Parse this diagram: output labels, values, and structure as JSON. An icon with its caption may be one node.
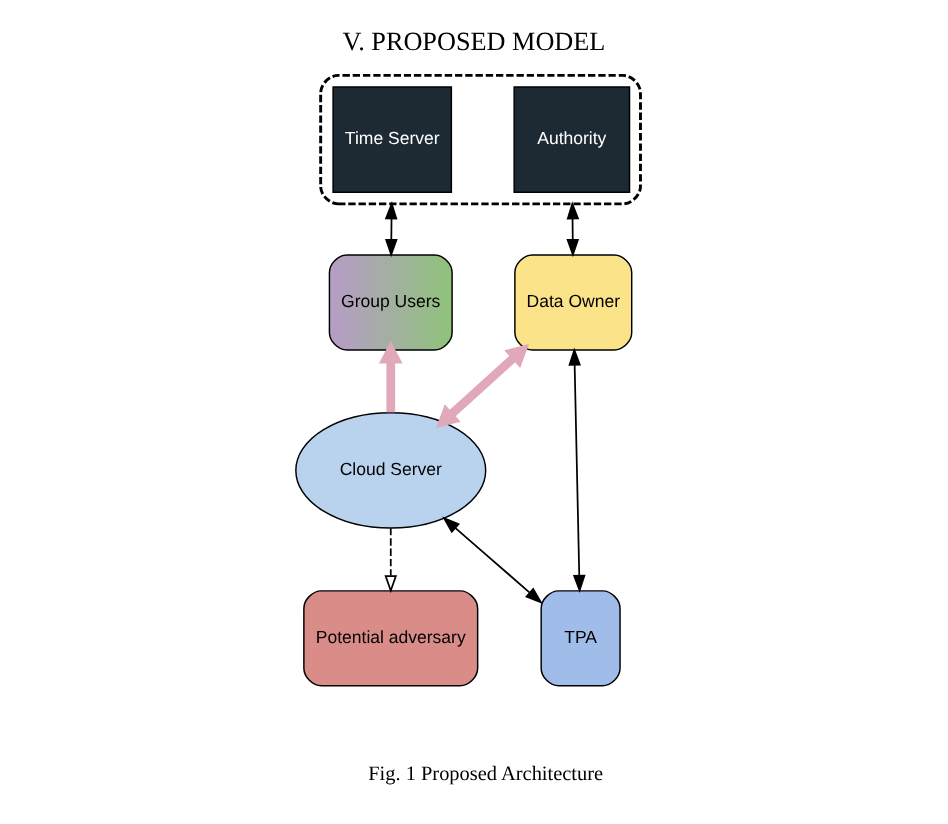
{
  "diagram": {
    "title": "V. PROPOSED MODEL",
    "caption": "Fig. 1 Proposed Architecture",
    "nodes": [
      {
        "text": [],
        "shape": "ellipse"
      },
      {
        "text": [
          "Authority"
        ],
        "in": 0
      },
      {
        "text": [
          "Time Server"
        ],
        "in": 0
      },
      {
        "text": [
          "Group Users"
        ]
      },
      {
        "text": [
          "Data Owner"
        ]
      },
      {
        "text": [
          "Cloud Server"
        ]
      },
      {
        "text": [
          "TPA"
        ]
      },
      {
        "text": [
          "Potential adversary"
        ]
      }
    ],
    "edges": [
      {
        "from": 0,
        "to": 3,
        "arrow": "both"
      },
      {
        "from": 4,
        "to": 0,
        "arrow": "both"
      },
      {
        "from": 4,
        "to": 5,
        "arrow": "both",
        "style": "thick",
        "color": "#e0a8b8"
      },
      {
        "from": 5,
        "to": 3,
        "arrow": "to",
        "style": "thick",
        "color": "#e0a8b8"
      },
      {
        "from": 4,
        "to": 6,
        "arrow": "both"
      },
      {
        "from": 6,
        "to": 5,
        "arrow": "both"
      },
      {
        "from": 5,
        "to": 7,
        "arrow": "to",
        "style": "dashed"
      }
    ]
  }
}
